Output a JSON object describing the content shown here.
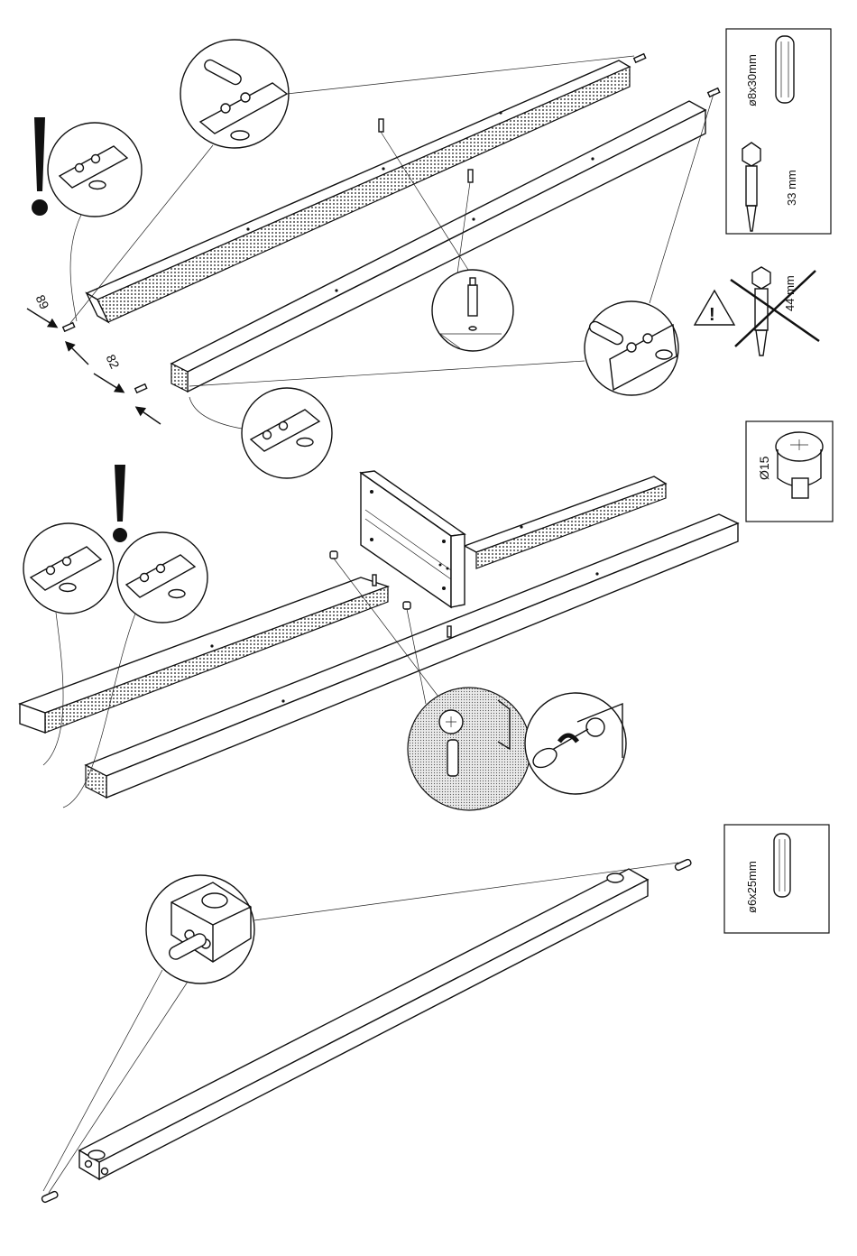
{
  "parts_panels": {
    "dowel_8x30": "ø8x30mm",
    "bolt_33": "33 mm",
    "cam_15": "Ø15",
    "dowel_6x25": "ø6x25mm"
  },
  "warning": {
    "wrong_bolt_length": "44 mm"
  },
  "dimensions": {
    "first_rail_offset": "89",
    "second_rail_offset": "82"
  }
}
